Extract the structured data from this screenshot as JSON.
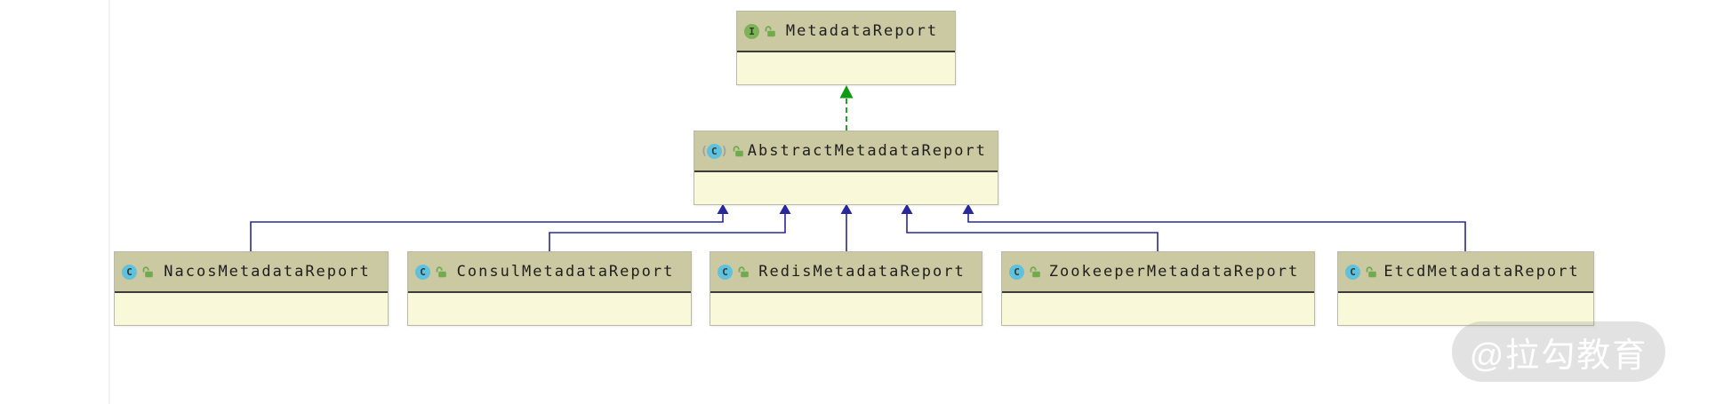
{
  "diagram": {
    "nodes": {
      "interface_node": {
        "name": "MetadataReport",
        "icon_letter": "I",
        "kind": "interface"
      },
      "abstract_node": {
        "name": "AbstractMetadataReport",
        "icon_letter": "C",
        "paren_left": "(",
        "paren_right": ")",
        "kind": "abstract-class"
      },
      "class_nodes": [
        {
          "name": "NacosMetadataReport",
          "icon_letter": "C",
          "kind": "class"
        },
        {
          "name": "ConsulMetadataReport",
          "icon_letter": "C",
          "kind": "class"
        },
        {
          "name": "RedisMetadataReport",
          "icon_letter": "C",
          "kind": "class"
        },
        {
          "name": "ZookeeperMetadataReport",
          "icon_letter": "C",
          "kind": "class"
        },
        {
          "name": "EtcdMetadataReport",
          "icon_letter": "C",
          "kind": "class"
        }
      ]
    },
    "colors": {
      "node_header_bg": "#cbc9a1",
      "node_body_bg": "#f9f8d8",
      "node_border": "#b9b9a9",
      "extends_edge": "#28289a",
      "implements_edge": "#119a11",
      "class_icon_bg": "#5fc1dd",
      "interface_icon_bg": "#7db356",
      "lock_icon": "#70ab4e"
    },
    "watermark": {
      "text": "@拉勾教育"
    }
  }
}
